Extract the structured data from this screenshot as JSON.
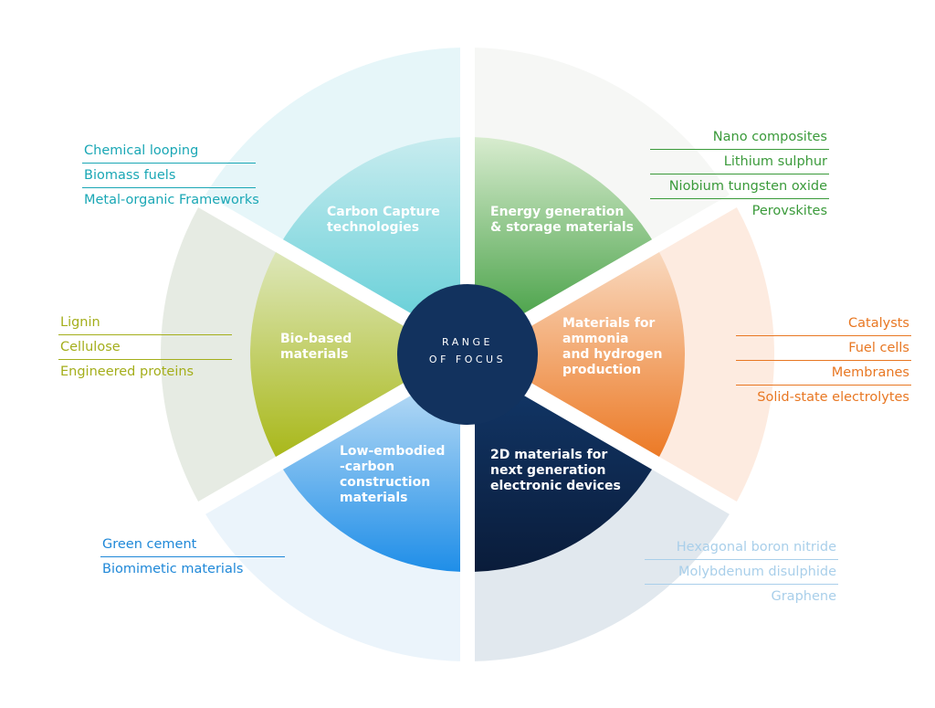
{
  "center": {
    "line1": "RANGE",
    "line2": "OF FOCUS"
  },
  "segments": [
    {
      "id": "carbon-capture",
      "title": [
        "Carbon Capture",
        "technologies"
      ],
      "color": "#1aa7b5",
      "items": [
        "Chemical looping",
        "Biomass fuels",
        "Metal-organic Frameworks"
      ]
    },
    {
      "id": "energy",
      "title": [
        "Energy generation",
        "& storage materials"
      ],
      "color": "#3a9a3a",
      "items": [
        "Nano composites",
        "Lithium sulphur",
        "Niobium tungsten oxide",
        "Perovskites"
      ]
    },
    {
      "id": "ammonia-hydrogen",
      "title": [
        "Materials for",
        "ammonia",
        "and hydrogen",
        "production"
      ],
      "color": "#e87722",
      "items": [
        "Catalysts",
        "Fuel cells",
        "Membranes",
        "Solid-state electrolytes"
      ]
    },
    {
      "id": "2d-materials",
      "title": [
        "2D materials for",
        "next generation",
        "electronic devices"
      ],
      "color": "#a9cfea",
      "items": [
        "Hexagonal boron nitride",
        "Molybdenum disulphide",
        "Graphene"
      ]
    },
    {
      "id": "low-carbon",
      "title": [
        "Low-embodied",
        "-carbon",
        "construction",
        "materials"
      ],
      "color": "#1f88d8",
      "items": [
        "Green cement",
        "Biomimetic materials"
      ]
    },
    {
      "id": "bio-based",
      "title": [
        "Bio-based",
        "materials"
      ],
      "color": "#a4ae1b",
      "items": [
        "Lignin",
        "Cellulose",
        "Engineered proteins"
      ]
    }
  ]
}
